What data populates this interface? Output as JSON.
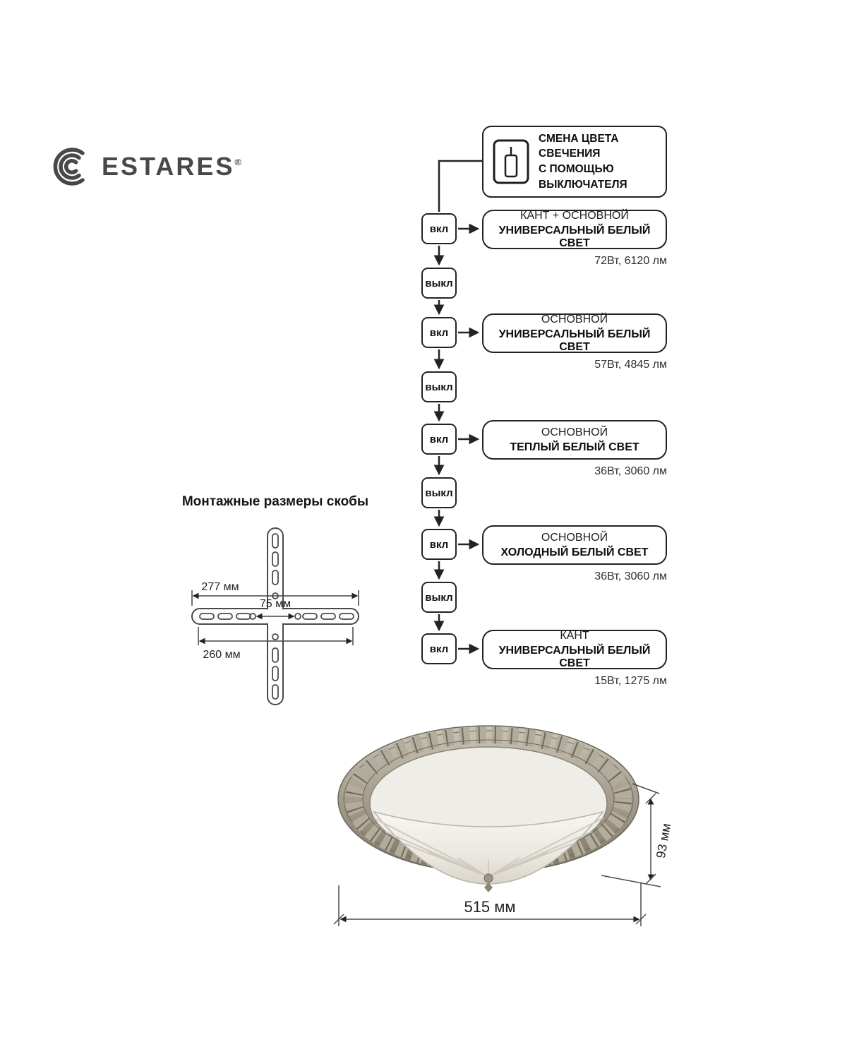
{
  "brand": {
    "name": "ESTARES",
    "reg": "®"
  },
  "icons": {
    "logo_mark": "concentric-arcs-icon",
    "header_pictogram": "light-switch-icon"
  },
  "flowchart": {
    "header_text": "СМЕНА ЦВЕТА\nСВЕЧЕНИЯ\nС ПОМОЩЬЮ\nВЫКЛЮЧАТЕЛЯ",
    "steps": [
      {
        "on": "вкл",
        "line1": "КАНТ + ОСНОВНОЙ",
        "line2": "УНИВЕРСАЛЬНЫЙ БЕЛЫЙ СВЕТ",
        "spec": "72Вт, 6120 лм",
        "off": "выкл"
      },
      {
        "on": "вкл",
        "line1": "ОСНОВНОЙ",
        "line2": "УНИВЕРСАЛЬНЫЙ БЕЛЫЙ СВЕТ",
        "spec": "57Вт, 4845 лм",
        "off": "выкл"
      },
      {
        "on": "вкл",
        "line1": "ОСНОВНОЙ",
        "line2": "ТЕПЛЫЙ БЕЛЫЙ СВЕТ",
        "spec": "36Вт, 3060 лм",
        "off": "выкл"
      },
      {
        "on": "вкл",
        "line1": "ОСНОВНОЙ",
        "line2": "ХОЛОДНЫЙ БЕЛЫЙ СВЕТ",
        "spec": "36Вт, 3060 лм",
        "off": "выкл"
      },
      {
        "on": "вкл",
        "line1": "КАНТ",
        "line2": "УНИВЕРСАЛЬНЫЙ БЕЛЫЙ СВЕТ",
        "spec": "15Вт, 1275 лм"
      }
    ]
  },
  "bracket": {
    "title": "Монтажные размеры скобы",
    "dims": {
      "outer": "277 мм",
      "center": "75 мм",
      "inner": "260 мм"
    }
  },
  "lamp": {
    "dims": {
      "width": "515 мм",
      "height": "93 мм"
    }
  }
}
